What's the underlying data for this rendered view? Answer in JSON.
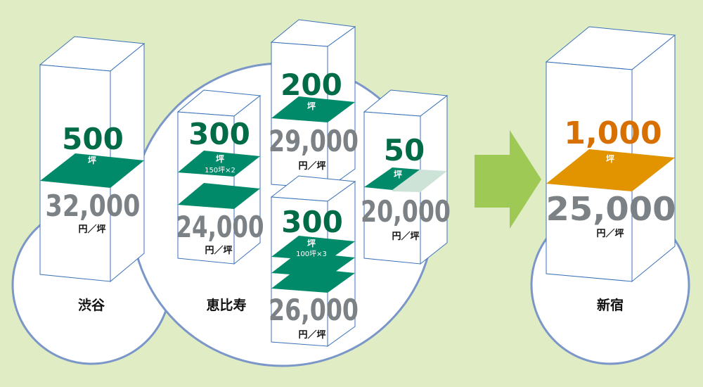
{
  "colors": {
    "background": "#dfecc4",
    "floor_green": "#008a6a",
    "floor_green_light": "#cde3d8",
    "floor_orange": "#e29300",
    "number_green": "#006b47",
    "number_orange": "#d77000",
    "price_gray": "#7b8184",
    "circle_stroke": "#7b96c8",
    "box_stroke": "#3a72b8",
    "arrow": "#9ec955"
  },
  "before": {
    "shibuya": {
      "label": "渋谷",
      "building": {
        "area": "500",
        "area_unit": "坪",
        "price": "32,000",
        "price_unit": "円／坪"
      }
    },
    "ebisu": {
      "label": "恵比寿",
      "buildings": [
        {
          "area": "300",
          "area_unit": "坪",
          "note": "150坪×2",
          "price": "24,000",
          "price_unit": "円／坪"
        },
        {
          "area": "200",
          "area_unit": "坪",
          "price": "29,000",
          "price_unit": "円／坪"
        },
        {
          "area": "300",
          "area_unit": "坪",
          "note": "100坪×3",
          "price": "26,000",
          "price_unit": "円／坪"
        },
        {
          "area": "50",
          "area_unit": "坪",
          "price": "20,000",
          "price_unit": "円／坪"
        }
      ]
    }
  },
  "after": {
    "shinjuku": {
      "label": "新宿",
      "building": {
        "area": "1,000",
        "area_unit": "坪",
        "price": "25,000",
        "price_unit": "円／坪"
      }
    }
  },
  "arrow": {
    "direction": "right",
    "icon": "arrow-right-icon"
  }
}
